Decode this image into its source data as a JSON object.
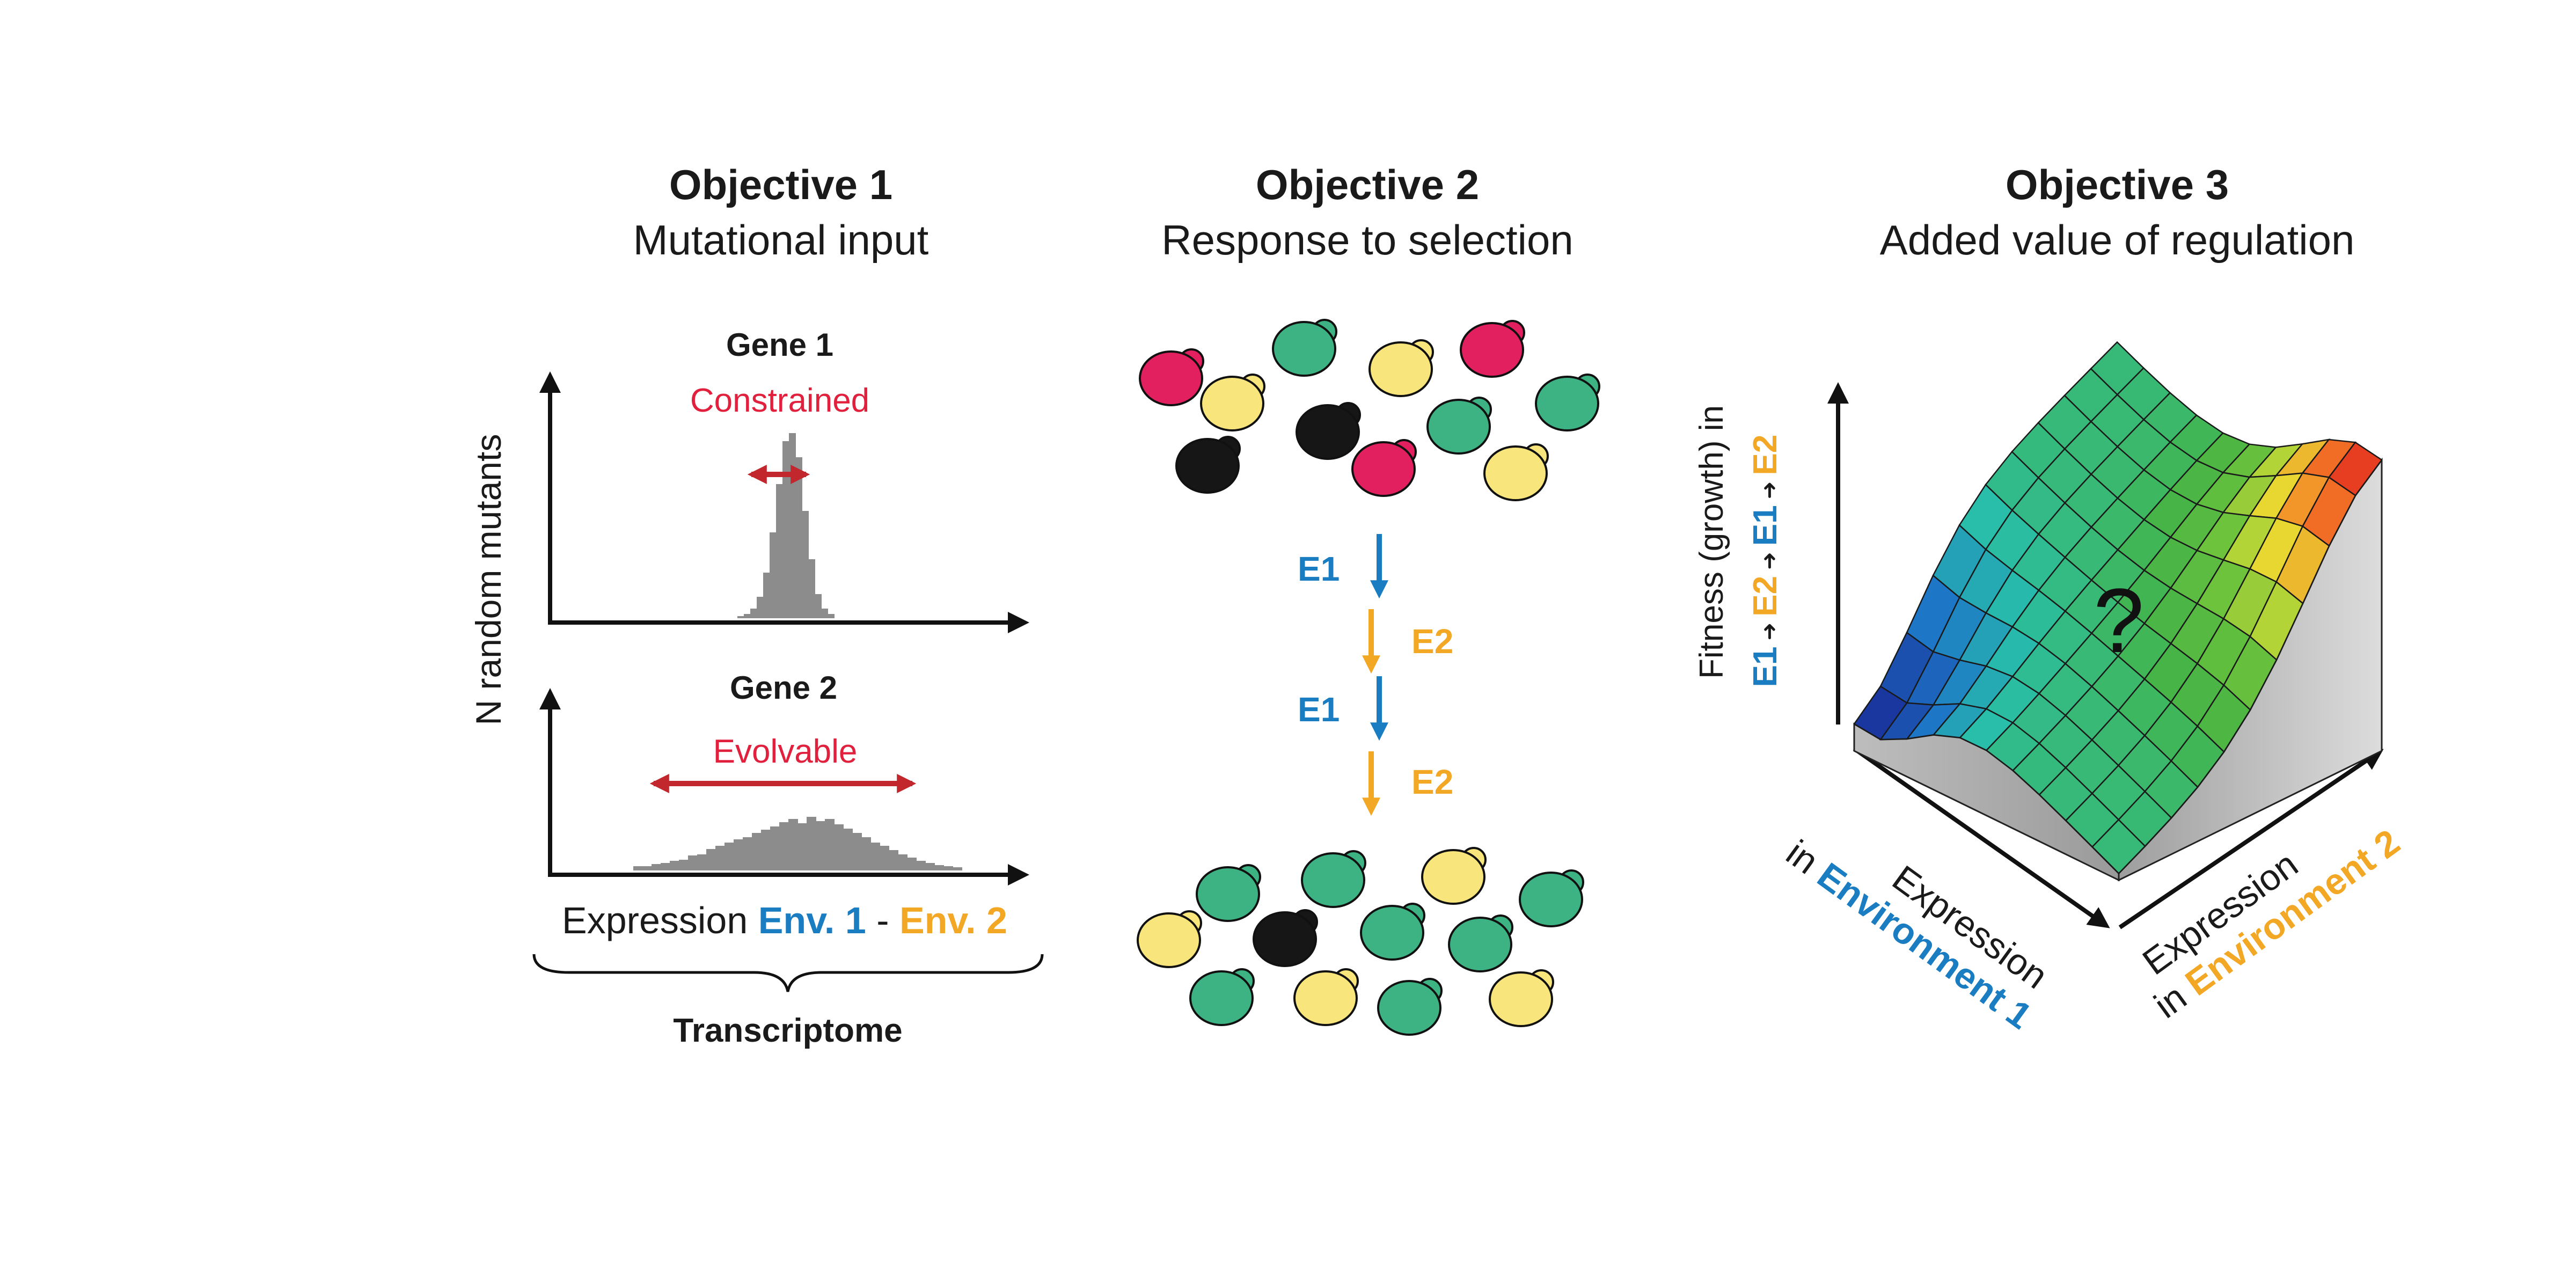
{
  "colors": {
    "env1": "#1a7cc1",
    "env2": "#f3a825",
    "constraint_red": "#e0203c",
    "arrow_red": "#c1272d",
    "histogram": "#8c8c8c",
    "yeast_pink": "#e21f5f",
    "yeast_yellow": "#f8e57c",
    "yeast_green": "#3db384",
    "yeast_black": "#161616"
  },
  "objective1": {
    "title": "Objective 1",
    "subtitle": "Mutational input",
    "y_axis_label": "N random mutants",
    "gene1": {
      "name": "Gene 1",
      "tag": "Constrained"
    },
    "gene2": {
      "name": "Gene 2",
      "tag": "Evolvable"
    },
    "x_axis": {
      "prefix": "Expression ",
      "env1": "Env. 1",
      "sep": " - ",
      "env2": "Env. 2"
    },
    "brace_label": "Transcriptome"
  },
  "objective2": {
    "title": "Objective 2",
    "subtitle": "Response to selection",
    "steps": [
      "E1",
      "E2",
      "E1",
      "E2"
    ],
    "population_before": [
      "pink",
      "green",
      "yellow",
      "pink",
      "yellow",
      "green",
      "black",
      "green",
      "black",
      "pink",
      "yellow"
    ],
    "population_after": [
      "green",
      "green",
      "yellow",
      "green",
      "yellow",
      "black",
      "green",
      "green",
      "green",
      "yellow",
      "yellow"
    ]
  },
  "objective3": {
    "title": "Objective 3",
    "subtitle": "Added value of regulation",
    "y_axis": {
      "prefix": "Fitness (growth) in",
      "sequence": [
        {
          "text": "E1",
          "env": "env1"
        },
        {
          "text": "E2",
          "env": "env2"
        },
        {
          "text": "E1",
          "env": "env1"
        },
        {
          "text": "E2",
          "env": "env2"
        }
      ]
    },
    "axis_left": {
      "line1": "Expression",
      "line2_prefix": "in ",
      "line2_env": "Environment 1"
    },
    "axis_right": {
      "line1": "Expression",
      "line2_prefix": "in ",
      "line2_env": "Environment 2"
    },
    "surface_mark": "?"
  }
}
